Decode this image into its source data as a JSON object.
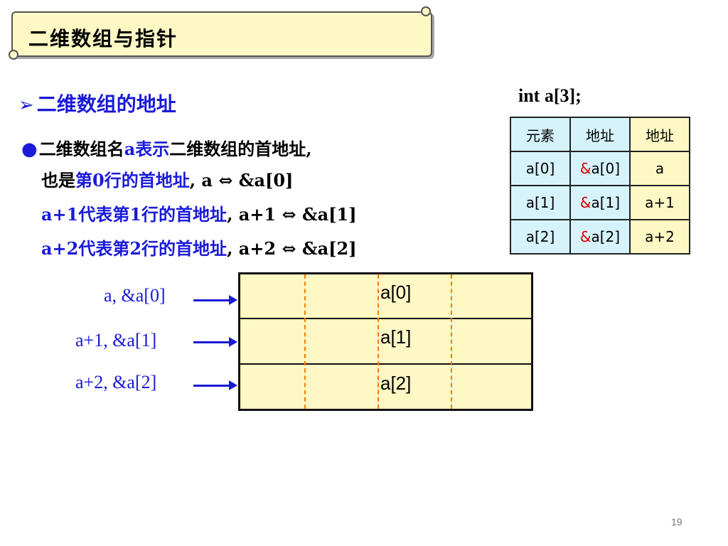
{
  "banner": {
    "title": "二维数组与指针"
  },
  "section": {
    "arrow": "➢",
    "heading": "二维数组的地址"
  },
  "bullets": {
    "dot": "●",
    "l1_a": "二维数组名",
    "l1_b": "a表示",
    "l1_c": "二维数组的首地址,",
    "l2_a": "也是",
    "l2_b": "第0行的首地址",
    "l2_c": ", a ⇔ &a[0]",
    "l3_b": "a+1代表第1行的首地址",
    "l3_c": ", a+1 ⇔ &a[1]",
    "l4_b": "a+2代表第2行的首地址",
    "l4_c": ", a+2 ⇔ &a[2]"
  },
  "declaration": "int  a[3];",
  "table": {
    "headers": [
      "元素",
      "地址",
      "地址"
    ],
    "rows": [
      {
        "elem": "a[0]",
        "amp": "&",
        "addr1": "a[0]",
        "addr2": "a"
      },
      {
        "elem": "a[1]",
        "amp": "&",
        "addr1": "a[1]",
        "addr2": "a+1"
      },
      {
        "elem": "a[2]",
        "amp": "&",
        "addr1": "a[2]",
        "addr2": "a+2"
      }
    ]
  },
  "diagram": {
    "rows": [
      "a[0]",
      "a[1]",
      "a[2]"
    ],
    "pointers": [
      "a, &a[0]",
      "a+1, &a[1]",
      "a+2, &a[2]"
    ],
    "colors": {
      "fill": "#fdf8c4",
      "dash": "#ff7a00",
      "pointer": "#1a1ad8"
    }
  },
  "page_number": "19"
}
